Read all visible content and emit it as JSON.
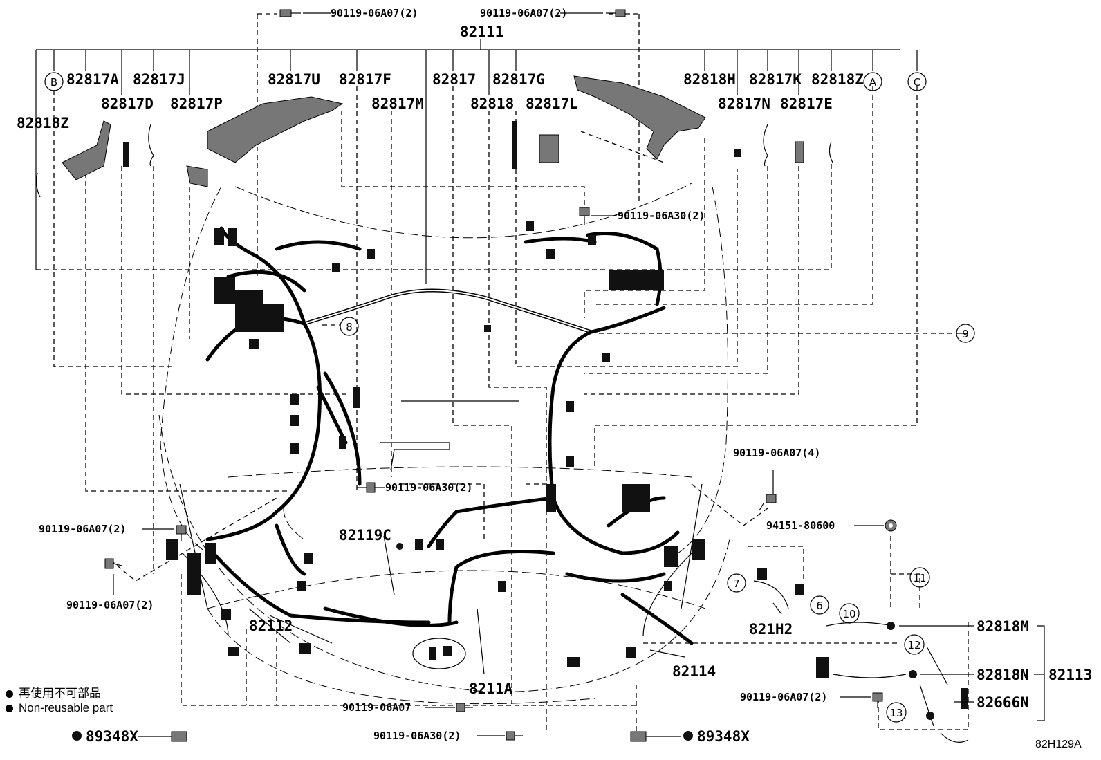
{
  "callouts": {
    "main_assembly": "82111",
    "p82817A": "82817A",
    "p82817J": "82817J",
    "p82817U": "82817U",
    "p82817F": "82817F",
    "p82817": "82817",
    "p82817G": "82817G",
    "p82818H": "82818H",
    "p82817K": "82817K",
    "p82818Z_right": "82818Z",
    "p82817D": "82817D",
    "p82817P": "82817P",
    "p82817M": "82817M",
    "p82818": "82818",
    "p82817L": "82817L",
    "p82817N": "82817N",
    "p82817E": "82817E",
    "p82818Z_left": "82818Z",
    "bolt_top_left": "90119-06A07(2)",
    "bolt_top_right": "90119-06A07(2)",
    "bolt_upper_mid": "90119-06A30(2)",
    "bolt_right_4": "90119-06A07(4)",
    "bolt_center": "90119-06A30(2)",
    "bolt_left_mid": "90119-06A07(2)",
    "bolt_left_low": "90119-06A07(2)",
    "nut_94151": "94151-80600",
    "p82119C": "82119C",
    "p821H2": "821H2",
    "p82112": "82112",
    "p82114": "82114",
    "p8211A": "8211A",
    "bolt_bottom_center": "90119-06A07",
    "bolt_bottom_center2": "90119-06A30(2)",
    "p82818M": "82818M",
    "p82818N": "82818N",
    "p82113": "82113",
    "bolt_bottom_right": "90119-06A07(2)",
    "p82666N": "82666N",
    "clip_left": "89348X",
    "clip_right": "89348X",
    "figure_code": "82H129A"
  },
  "markers": {
    "B": "B",
    "A": "A",
    "C": "C",
    "n6": "6",
    "n7": "7",
    "n8": "8",
    "n9": "9",
    "n10": "10",
    "n11": "11",
    "n12": "12",
    "n13": "13"
  },
  "legend": {
    "japanese": "再使用不可部品",
    "english": "Non-reusable part"
  }
}
